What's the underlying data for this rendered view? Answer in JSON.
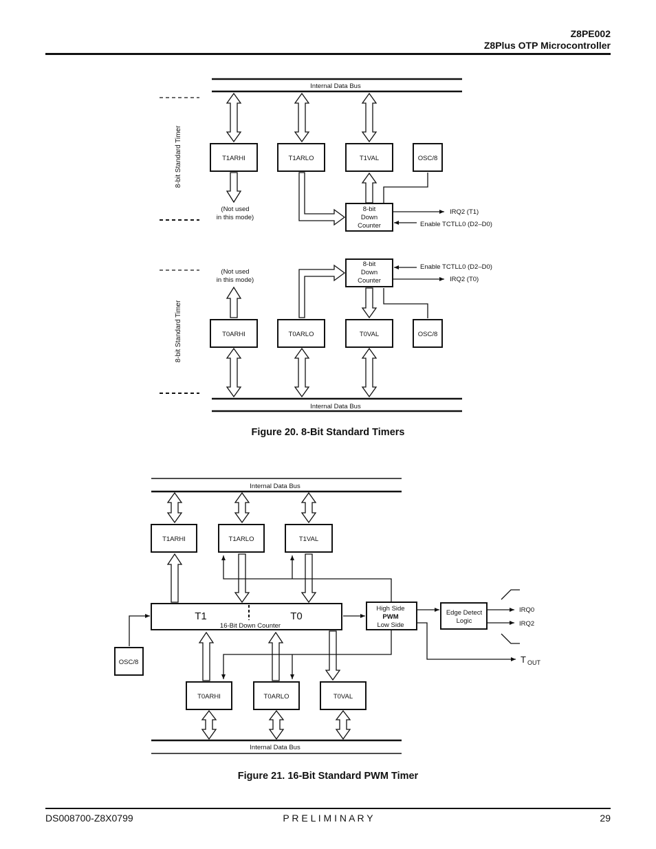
{
  "header": {
    "part": "Z8PE002",
    "product": "Z8Plus OTP Microcontroller"
  },
  "figure20": {
    "caption": "Figure 20.  8-Bit Standard Timers",
    "bus_top": "Internal Data Bus",
    "bus_bottom": "Internal Data Bus",
    "side_label_upper": "8-bit Standard Timer",
    "side_label_lower": "8-bit Standard Timer",
    "t1": {
      "arhi": "T1ARHI",
      "arlo": "T1ARLO",
      "val": "T1VAL",
      "osc": "OSC/8",
      "not_used_1": "(Not used",
      "not_used_2": "in this mode)",
      "counter_1": "8-bit",
      "counter_2": "Down",
      "counter_3": "Counter",
      "irq": "IRQ2 (T1)",
      "enable": "Enable TCTLL0 (D2–D0)"
    },
    "t0": {
      "arhi": "T0ARHI",
      "arlo": "T0ARLO",
      "val": "T0VAL",
      "osc": "OSC/8",
      "not_used_1": "(Not used",
      "not_used_2": "in this mode)",
      "counter_1": "8-bit",
      "counter_2": "Down",
      "counter_3": "Counter",
      "irq": "IRQ2 (T0)",
      "enable": "Enable TCTLL0 (D2–D0)"
    }
  },
  "figure21": {
    "caption": "Figure 21.  16-Bit Standard PWM Timer",
    "bus_top": "Internal Data Bus",
    "bus_bottom": "Internal Data Bus",
    "t1arhi": "T1ARHI",
    "t1arlo": "T1ARLO",
    "t1val": "T1VAL",
    "t0arhi": "T0ARHI",
    "t0arlo": "T0ARLO",
    "t0val": "T0VAL",
    "osc": "OSC/8",
    "counter_t1": "T1",
    "counter_t0": "T0",
    "counter_label": "16-Bit Down Counter",
    "pwm_1": "High Side",
    "pwm_2": "PWM",
    "pwm_3": "Low Side",
    "edge_1": "Edge Detect",
    "edge_2": "Logic",
    "irq0": "IRQ0",
    "irq2": "IRQ2",
    "tout_main": "T",
    "tout_sub": "OUT"
  },
  "footer": {
    "doc_id": "DS008700-Z8X0799",
    "status": "P R E L I M I N A R Y",
    "page": "29"
  }
}
